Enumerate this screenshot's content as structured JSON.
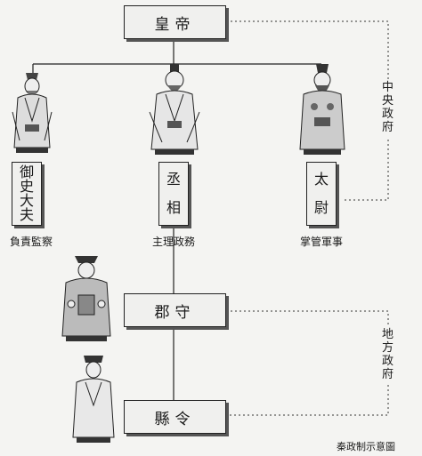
{
  "nodes": {
    "emperor": "皇帝",
    "censor": [
      "御",
      "史",
      "大",
      "夫"
    ],
    "chancellor": [
      "丞",
      "相"
    ],
    "commandant": [
      "太",
      "尉"
    ],
    "governor": "郡守",
    "magistrate": "縣令"
  },
  "captions": {
    "censor": "負責監察",
    "chancellor": "主理政務",
    "commandant": "掌管軍事"
  },
  "groups": {
    "central": [
      "中",
      "央",
      "政",
      "府"
    ],
    "local": [
      "地",
      "方",
      "政",
      "府"
    ]
  },
  "figure_caption": "秦政制示意圖"
}
